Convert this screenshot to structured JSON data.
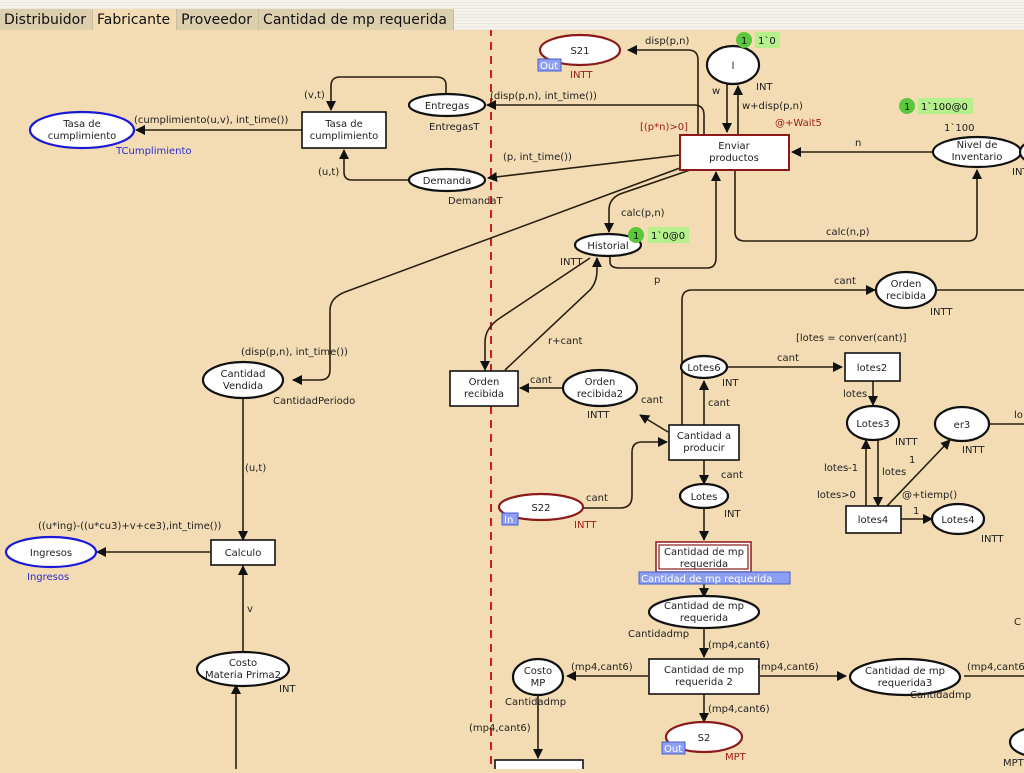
{
  "tabs": [
    {
      "label": "Distribuidor",
      "active": false
    },
    {
      "label": "Fabricante",
      "active": true
    },
    {
      "label": "Proveedor",
      "active": false
    },
    {
      "label": "Cantidad de mp  requerida",
      "active": false
    }
  ],
  "colors": {
    "background": "#f3dcb3",
    "port_place_border": "#9b1b1b",
    "fusion_place_border": "#1a1ad6",
    "token_badge": "#5ac83a",
    "marking_box": "#b6f08c",
    "port_tag": "#8c9ff0",
    "divider": "#c81e1e"
  },
  "places": {
    "s21": {
      "name": "S21",
      "type": "INTT",
      "port": "Out"
    },
    "l": {
      "name": "l",
      "type": "INT",
      "tokens": "1",
      "marking": "1`0"
    },
    "tasa_place": {
      "name1": "Tasa de",
      "name2": "cumplimiento",
      "type": "TCumplimiento"
    },
    "entregas": {
      "name": "Entregas",
      "type": "EntregasT"
    },
    "demanda": {
      "name": "Demanda",
      "type": "DemandaT"
    },
    "nivel": {
      "name1": "Nivel de",
      "name2": "Inventario",
      "type": "INT",
      "init": "1`100",
      "tokens": "1",
      "marking": "1`100@0"
    },
    "historial": {
      "name": "Historial",
      "type": "INTT",
      "tokens": "1",
      "marking": "1`0@0"
    },
    "orden_recibida": {
      "name1": "Orden",
      "name2": "recibida",
      "type": "INTT"
    },
    "orden_recibida2": {
      "name1": "Orden",
      "name2": "recibida2",
      "type": "INTT"
    },
    "lotes6": {
      "name": "Lotes6",
      "type": "INT"
    },
    "lotes3": {
      "name": "Lotes3",
      "type": "INTT"
    },
    "er3": {
      "name": "er3",
      "type": "INTT"
    },
    "lotes4p": {
      "name": "Lotes4",
      "type": "INTT"
    },
    "cantidad_vendida": {
      "name1": "Cantidad",
      "name2": "Vendida",
      "type": "CantidadPeriodo"
    },
    "s22": {
      "name": "S22",
      "type": "INTT",
      "port": "In"
    },
    "lotes": {
      "name": "Lotes",
      "type": "INT"
    },
    "ingresos": {
      "name": "Ingresos",
      "type": "Ingresos"
    },
    "cmp_req_place": {
      "name1": "Cantidad de mp",
      "name2": "requerida",
      "type": "Cantidadmp"
    },
    "costo_mp2": {
      "name1": "Costo",
      "name2": "Materia Prima2",
      "type": "INT"
    },
    "costo_mp": {
      "name1": "Costo",
      "name2": "MP",
      "type": "Cantidadmp"
    },
    "cmp_req3": {
      "name1": "Cantidad de mp",
      "name2": "requerida3",
      "type": "Cantidadmp"
    },
    "s2": {
      "name": "S2",
      "type": "MPT",
      "port": "Out"
    },
    "partial_right": {
      "type": "MPT"
    }
  },
  "transitions": {
    "enviar": {
      "name1": "Enviar",
      "name2": "productos",
      "guard": "[(p*n)>0]",
      "delay": "@+Wait5"
    },
    "tasa": {
      "name1": "Tasa de",
      "name2": "cumplimiento"
    },
    "orden_recibida_t": {
      "name1": "Orden",
      "name2": "recibida"
    },
    "lotes2": {
      "name": "lotes2",
      "guard": "[lotes = conver(cant)]"
    },
    "cantidad_producir": {
      "name1": "Cantidad a",
      "name2": "producir"
    },
    "lotes4": {
      "name": "lotes4",
      "guard": "lotes>0",
      "delay": "@+tiemp()"
    },
    "calculo": {
      "name": "Calculo"
    },
    "subpage": {
      "name1": "Cantidad de mp",
      "name2": "requerida",
      "tag": "Cantidad de mp  requerida"
    },
    "cmp_req2": {
      "name1": "Cantidad de mp",
      "name2": "requerida 2"
    }
  },
  "arcs": {
    "disp_pn": "disp(p,n)",
    "w": "w",
    "w_disp": "w+disp(p,n)",
    "vt": "(v,t)",
    "ut": "(u,t)",
    "cumplimiento": "(cumplimiento(u,v), int_time())",
    "disp_time": "(disp(p,n), int_time())",
    "p_time": "(p, int_time())",
    "n": "n",
    "calc_pn": "calc(p,n)",
    "calc_np": "calc(n,p)",
    "p": "p",
    "r_cant": "r+cant",
    "cant": "cant",
    "lotes": "lotes",
    "lotes_minus": "lotes-1",
    "one": "1",
    "disp_time2": "(disp(p,n), int_time())",
    "ut2": "(u,t)",
    "ingreso_expr": "((u*ing)-((u*cu3)+v+ce3),int_time())",
    "v": "v",
    "mp4": "(mp4,cant6)",
    "lo_partial": "lo",
    "c_partial": "C"
  }
}
